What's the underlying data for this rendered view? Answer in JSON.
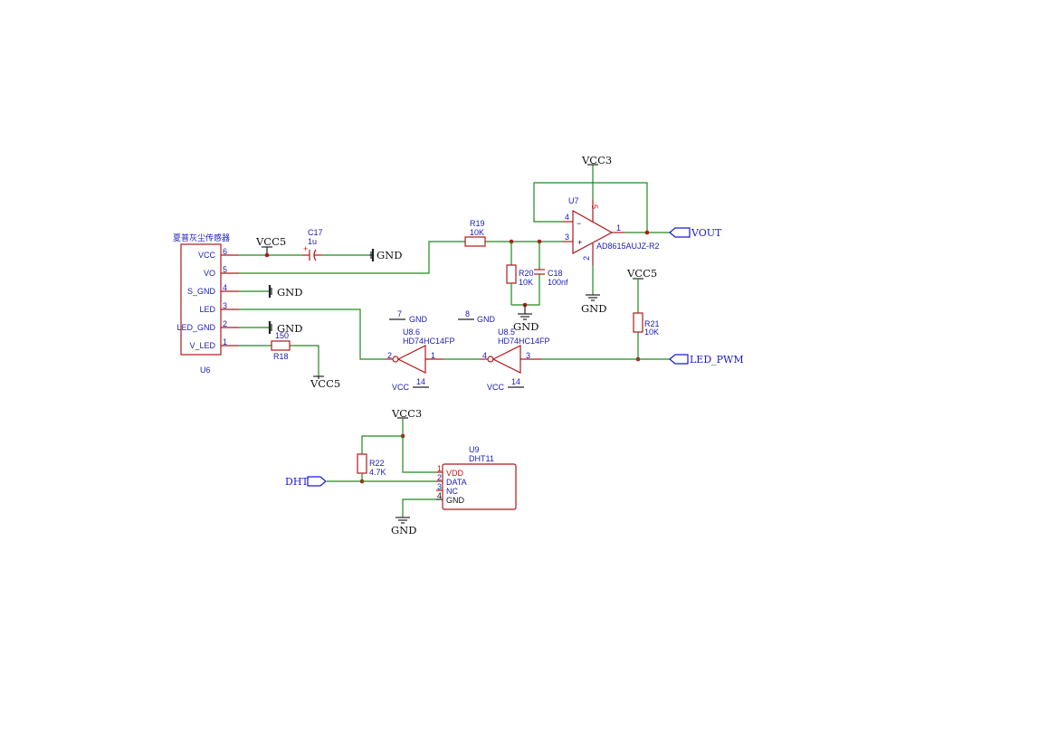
{
  "sensor": {
    "title": "夏普灰尘传感器",
    "ref": "U6",
    "pins": [
      {
        "name": "VCC",
        "num": "6"
      },
      {
        "name": "VO",
        "num": "5"
      },
      {
        "name": "S_GND",
        "num": "4"
      },
      {
        "name": "LED",
        "num": "3"
      },
      {
        "name": "LED_GND",
        "num": "2"
      },
      {
        "name": "V_LED",
        "num": "1"
      }
    ]
  },
  "power": {
    "vcc5": "VCC5",
    "vcc3": "VCC3",
    "gnd": "GND",
    "vcc": "VCC"
  },
  "c17": {
    "ref": "C17",
    "value": "1u",
    "plus": "+"
  },
  "r18": {
    "ref": "R18",
    "value": "150"
  },
  "r19": {
    "ref": "R19",
    "value": "10K"
  },
  "r20": {
    "ref": "R20",
    "value": "10K"
  },
  "c18": {
    "ref": "C18",
    "value": "100nf"
  },
  "r21": {
    "ref": "R21",
    "value": "10K"
  },
  "r22": {
    "ref": "R22",
    "value": "4.7K"
  },
  "opamp": {
    "ref": "U7",
    "part": "AD8615AUJZ-R2",
    "pin_inv": "4",
    "pin_noninv": "3",
    "pin_out": "1",
    "pin_vplus": "5",
    "pin_vminus": "2",
    "sym_minus": "−",
    "sym_plus": "+"
  },
  "u86": {
    "ref": "U8.6",
    "part": "HD74HC14FP",
    "in": "2",
    "out": "1",
    "pwr": "14",
    "gnd": "7"
  },
  "u85": {
    "ref": "U8.5",
    "part": "HD74HC14FP",
    "in": "4",
    "out": "3",
    "pwr": "14",
    "gnd": "8"
  },
  "dht": {
    "ref": "U9",
    "part": "DHT11",
    "pins": [
      {
        "num": "1",
        "name": "VDD"
      },
      {
        "num": "2",
        "name": "DATA"
      },
      {
        "num": "3",
        "name": "NC"
      },
      {
        "num": "4",
        "name": "GND"
      }
    ]
  },
  "ports": {
    "vout": "VOUT",
    "led_pwm": "LED_PWM",
    "dht": "DHT"
  },
  "colors": {
    "wire": "#1e8a1e",
    "component": "#b01818",
    "label": "#1a1ab8",
    "pin_number_red": "#d01010"
  }
}
